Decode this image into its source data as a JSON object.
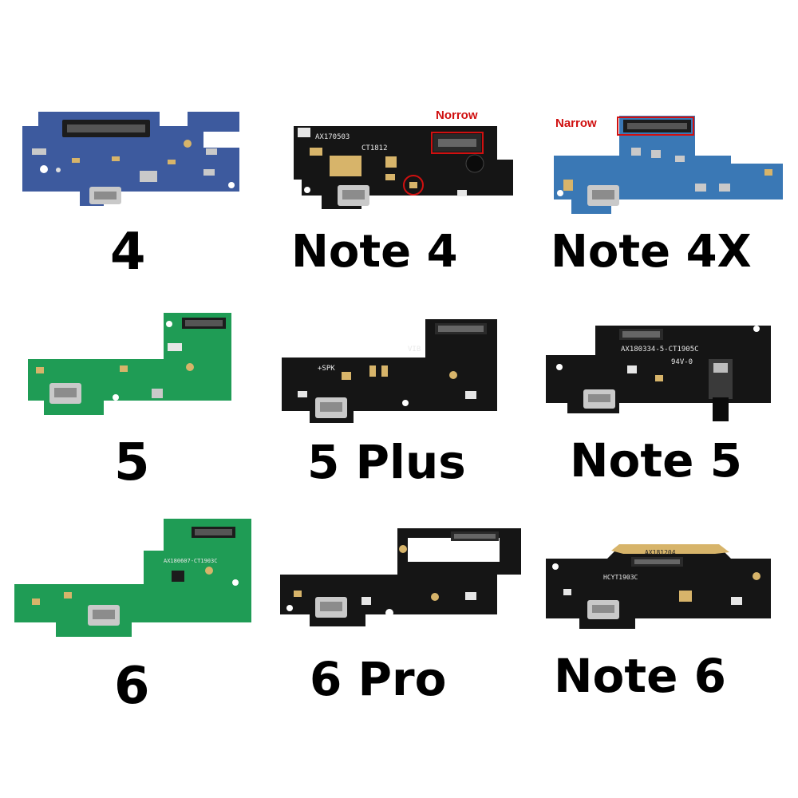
{
  "colors": {
    "background": "#ffffff",
    "label_text": "#000000",
    "annotation": "#d01010",
    "pcb_blue": "#3d5a9e",
    "pcb_light_blue": "#3a78b5",
    "pcb_green": "#1f9c55",
    "pcb_black": "#151515",
    "gold": "#d7b46a",
    "silver": "#c9c9c9"
  },
  "tiles": [
    {
      "label": "4",
      "board": "blue",
      "silkscreen": ""
    },
    {
      "label": "Note 4",
      "board": "black",
      "silkscreen": "AX170503",
      "silkscreen2": "CT1812",
      "annotation": "Norrow"
    },
    {
      "label": "Note 4X",
      "board": "light-blue",
      "silkscreen": "",
      "annotation": "Narrow"
    },
    {
      "label": "5",
      "board": "green",
      "silkscreen": ""
    },
    {
      "label": "5 Plus",
      "board": "black",
      "silkscreen": "+SPK",
      "silkscreen2": "VIB"
    },
    {
      "label": "Note 5",
      "board": "black",
      "silkscreen": "AX180334-5-CT1905C",
      "silkscreen2": "94V-0"
    },
    {
      "label": "6",
      "board": "green",
      "silkscreen": "AX180607-CT1903C"
    },
    {
      "label": "6 Pro",
      "board": "black",
      "silkscreen": ""
    },
    {
      "label": "Note 6",
      "board": "black",
      "silkscreen": "AX181204",
      "silkscreen2": "HCYT1903C"
    }
  ]
}
